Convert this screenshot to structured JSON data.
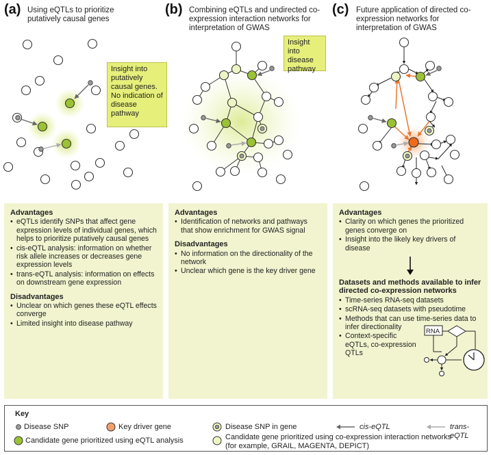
{
  "panels": [
    {
      "label": "(a)",
      "title": "Using eQTLs to prioritize putatively causal genes",
      "insight": "Insight into putatively causal genes. No indication of disease pathway",
      "sections": [
        {
          "heading": "Advantages",
          "items": [
            "eQTLs identify SNPs that affect gene expression levels of individual genes, which helps to prioritize putatively causal genes",
            "cis-eQTL analysis: information on whether risk allele increases or decreases gene expression levels",
            "trans-eQTL analysis: information on effects on downstream gene expression"
          ]
        },
        {
          "heading": "Disadvantages",
          "items": [
            "Unclear on which genes these eQTL effects converge",
            "Limited insight into disease pathway"
          ]
        }
      ]
    },
    {
      "label": "(b)",
      "title": "Combining eQTLs and undirected co-expression interaction networks for interpretation of GWAS",
      "insight": "Insight into disease pathway",
      "sections": [
        {
          "heading": "Advantages",
          "items": [
            "Identification of networks and pathways that show enrichment for GWAS signal"
          ]
        },
        {
          "heading": "Disadvantages",
          "items": [
            "No information on the directionality of the network",
            "Unclear which gene is the key driver gene"
          ]
        }
      ]
    },
    {
      "label": "(c)",
      "title": "Future application of directed co-expression networks for interpretation of GWAS",
      "sections": [
        {
          "heading": "Advantages",
          "items": [
            "Clarity on which genes the prioritized genes converge on",
            "Insight into the likely key drivers of disease"
          ]
        },
        {
          "heading": "Datasets and methods available to infer directed co-expression networks",
          "items": [
            "Time-series RNA-seq datasets",
            "scRNA-seq datasets with pseudotime",
            "Methods that can use time-series data to infer directionality",
            "Context-specific eQTLs, co-expression QTLs"
          ]
        }
      ],
      "rna_label": "RNA"
    }
  ],
  "key": {
    "title": "Key",
    "disease_snp": "Disease SNP",
    "key_driver": "Key driver gene",
    "snp_in_gene": "Disease SNP in gene",
    "cis_eqtl": "cis-eQTL",
    "trans_eqtl": "trans-eQTL",
    "candidate_eqtl": "Candidate gene prioritized using eQTL analysis",
    "candidate_coexp": "Candidate gene prioritized using co-expression interaction networks (for example, GRAIL, MAGENTA, DEPICT)"
  },
  "colors": {
    "candidate_green": "#9bc234",
    "light_candidate": "#eef5c4",
    "key_driver_orange": "#f0a06a",
    "driver_core": "#ee6a1c",
    "insight_yellow": "#e6ef7a",
    "panel_bg": "#f1f4cf"
  }
}
